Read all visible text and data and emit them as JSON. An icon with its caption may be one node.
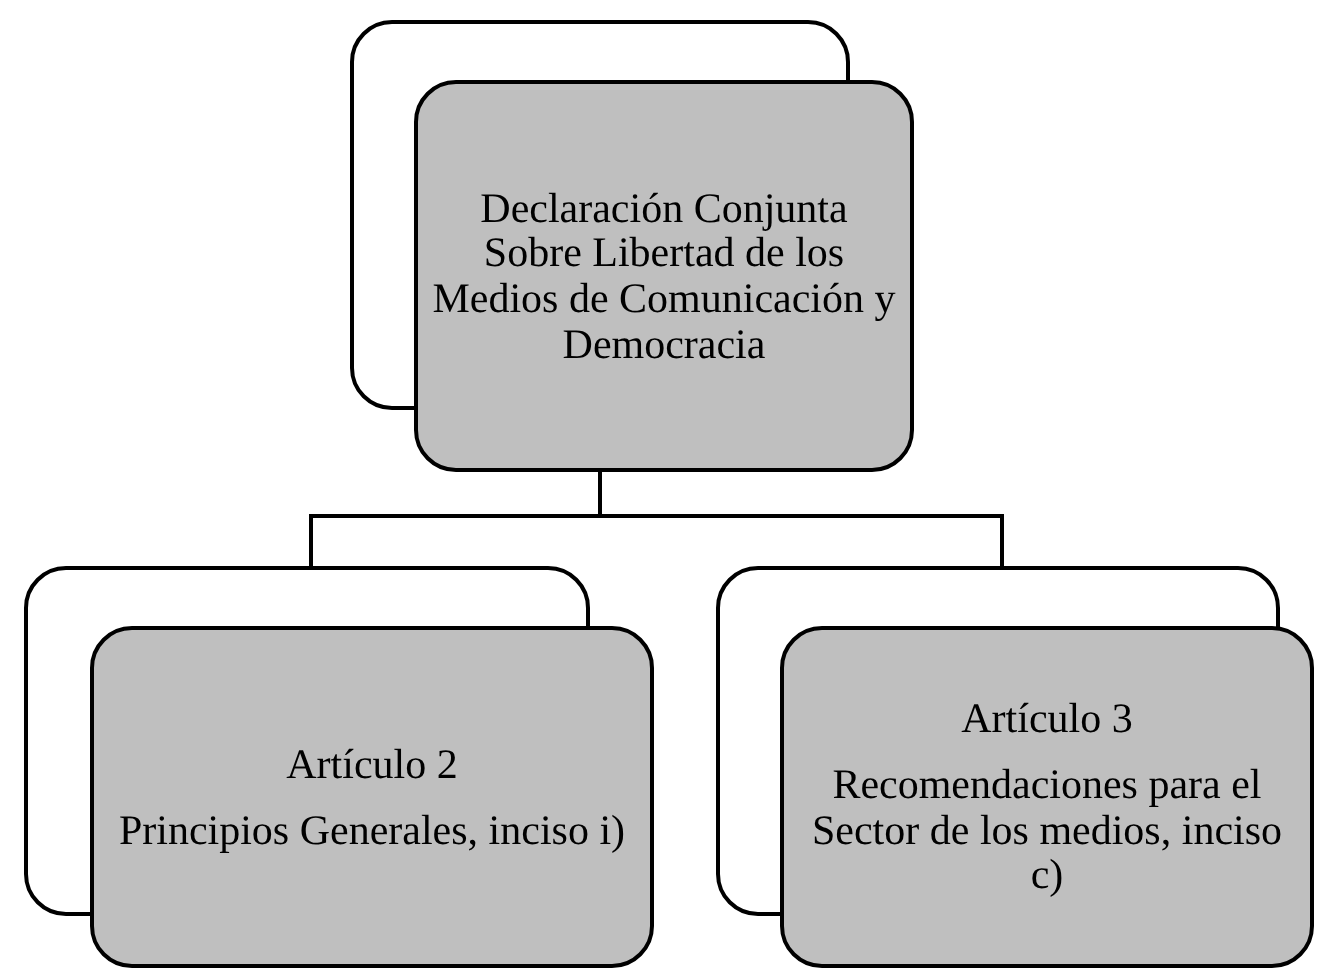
{
  "diagram": {
    "nodes": [
      {
        "text": [
          "Declaración Conjunta Sobre Libertad de los Medios de Comunicación y Democracia"
        ]
      },
      {
        "text": [
          "Artículo 2",
          "Principios Generales, inciso i)"
        ]
      },
      {
        "text": [
          "Artículo 3",
          "Recomendaciones para el Sector de los medios, inciso c)"
        ]
      }
    ],
    "edges": [
      {
        "from": 0,
        "to": 1,
        "arrow": "none"
      },
      {
        "from": 0,
        "to": 2,
        "arrow": "none"
      }
    ]
  }
}
